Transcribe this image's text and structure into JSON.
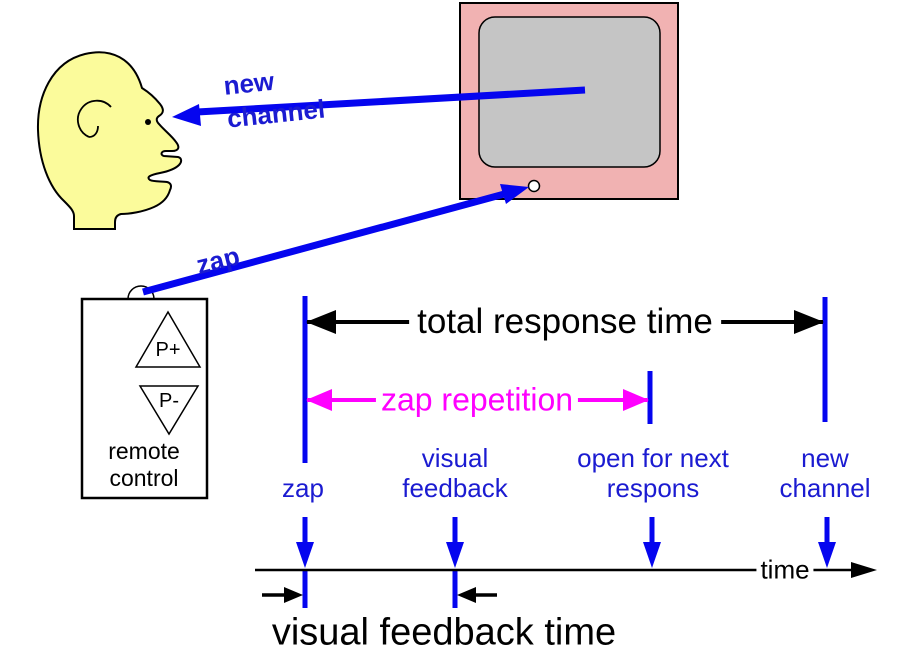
{
  "colors": {
    "blue_line": "#0505ef",
    "blue_text": "#1b1bd1",
    "magenta": "#ff00ff",
    "tv_frame": "#f1b2b2",
    "tv_screen": "#c5c5c5",
    "head_fill": "#fbfb9b",
    "black": "#000000"
  },
  "scene": {
    "new_channel_arrow": {
      "line1": "new",
      "line2": "channel"
    },
    "zap_arrow_label": "zap",
    "remote": {
      "button_up": "P+",
      "button_down": "P-",
      "label_line1": "remote",
      "label_line2": "control"
    }
  },
  "timeline": {
    "total_response_label": "total response time",
    "zap_repetition_label": "zap repetition",
    "events": [
      {
        "line1": "",
        "line2": "zap"
      },
      {
        "line1": "visual",
        "line2": "feedback"
      },
      {
        "line1": "open for next",
        "line2": "respons"
      },
      {
        "line1": "new",
        "line2": "channel"
      }
    ],
    "axis_label": "time",
    "feedback_time_label": "visual feedback time"
  }
}
